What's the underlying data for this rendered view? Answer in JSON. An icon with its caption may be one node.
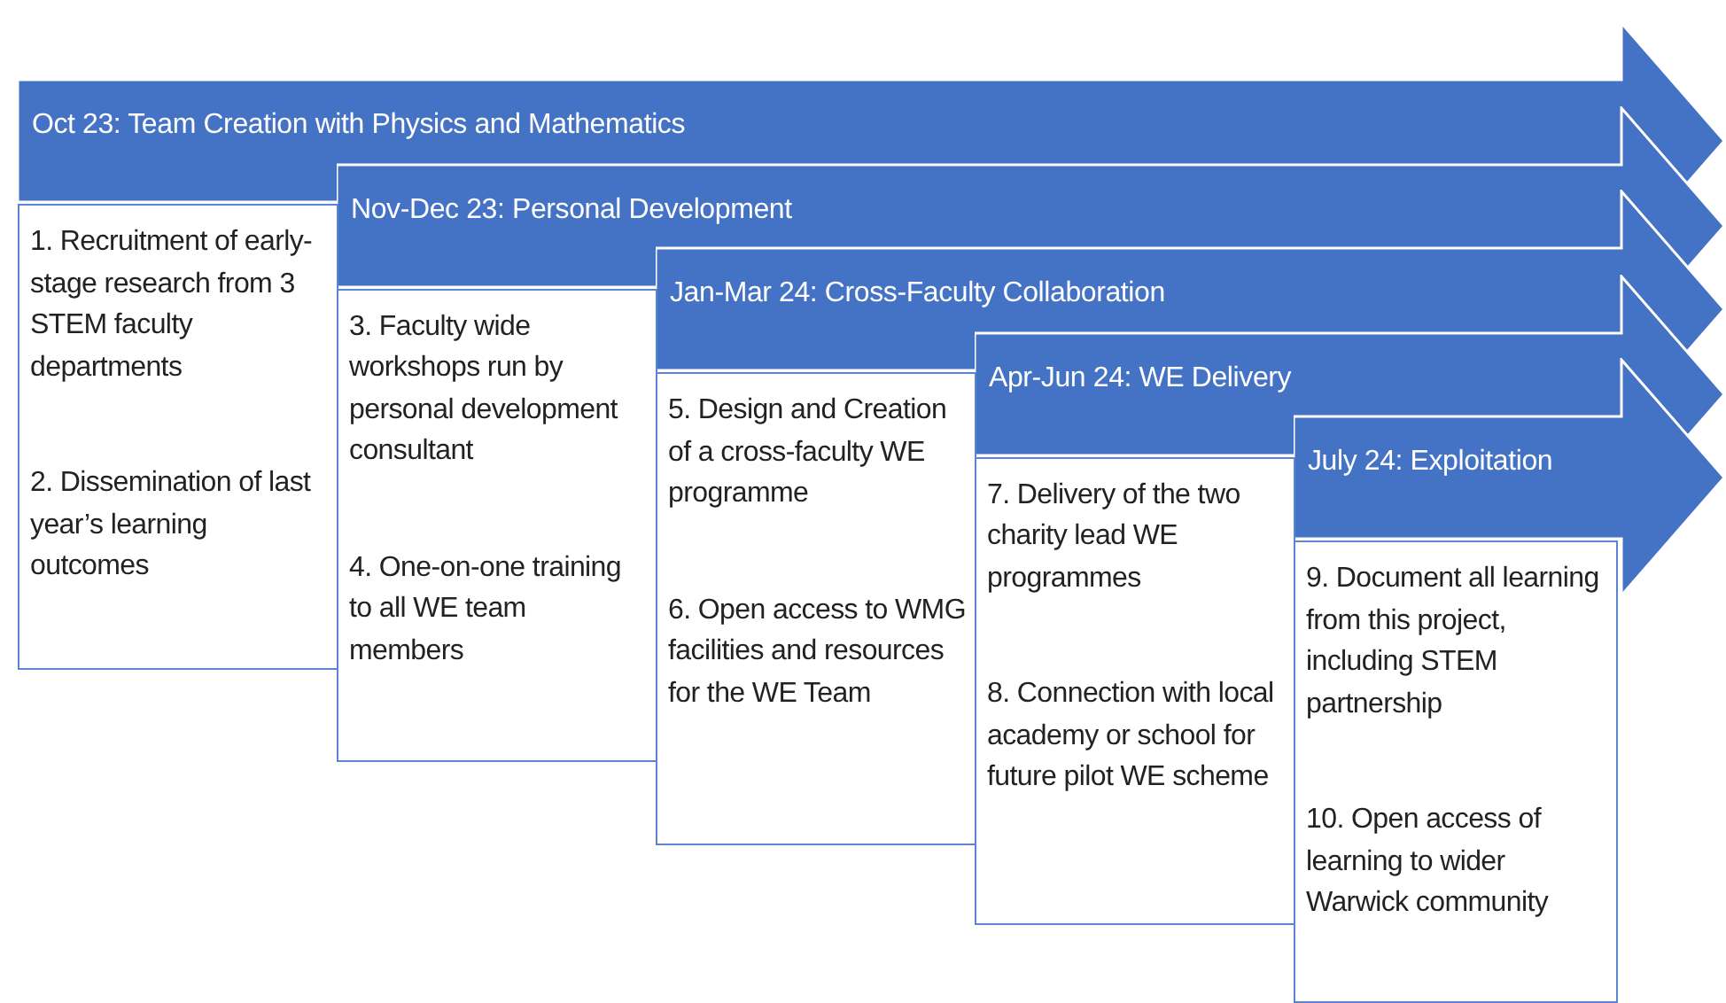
{
  "diagram": {
    "nodes": [
      {
        "text": [
          "Oct 23: Team Creation with Physics and Mathematics"
        ]
      },
      {
        "text": [
          "1. Recruitment of early-stage research from 3 STEM faculty departments",
          "2. Dissemination of last year’s learning outcomes"
        ]
      },
      {
        "text": [
          "Nov-Dec 23: Personal Development"
        ]
      },
      {
        "text": [
          "3. Faculty wide workshops run by personal development consultant",
          "4. One-on-one training to all WE team members"
        ]
      },
      {
        "text": [
          "Jan-Mar 24: Cross-Faculty Collaboration"
        ]
      },
      {
        "text": [
          "5. Design and Creation of a cross-faculty WE programme",
          "6. Open access to WMG facilities and resources for the WE Team"
        ]
      },
      {
        "text": [
          "Apr-Jun 24: WE Delivery"
        ]
      },
      {
        "text": [
          "7. Delivery of the two charity lead WE programmes",
          "8. Connection with local academy or school for future pilot WE scheme"
        ]
      },
      {
        "text": [
          "July 24: Exploitation"
        ]
      },
      {
        "text": [
          "9. Document all learning from this project, including STEM partnership",
          "10. Open access of learning to wider Warwick community"
        ]
      }
    ]
  }
}
